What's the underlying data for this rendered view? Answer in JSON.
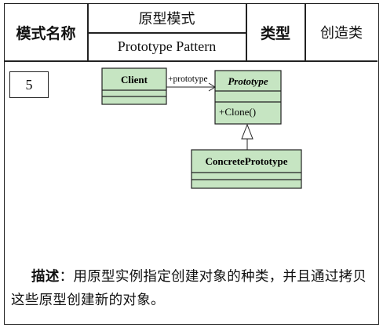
{
  "header": {
    "name_label": "模式名称",
    "name_cn": "原型模式",
    "name_en": "Prototype Pattern",
    "type_label": "类型",
    "type_value": "创造类"
  },
  "pattern_number": "5",
  "diagram": {
    "classes": {
      "client": {
        "name": "Client"
      },
      "prototype": {
        "name": "Prototype",
        "operation": "+Clone()"
      },
      "concrete": {
        "name": "ConcretePrototype"
      }
    },
    "association_label": "+prototype"
  },
  "description": {
    "label": "描述",
    "separator": "：",
    "text": "用原型实例指定创建对象的种类，并且通过拷贝这些原型创建新的对象。"
  },
  "colors": {
    "class_fill": "#c6e5c2",
    "border": "#222222"
  }
}
